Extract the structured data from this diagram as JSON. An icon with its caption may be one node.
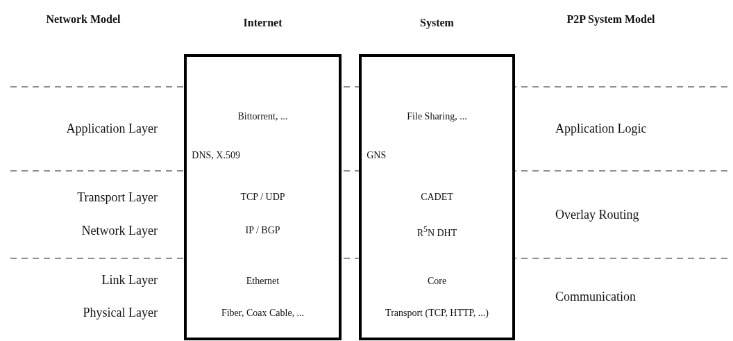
{
  "diagram": {
    "nodes": [
      {
        "text": [
          "Internet",
          "Bittorrent, ...",
          "DNS, X.509",
          "TCP / UDP",
          "IP / BGP",
          "Ethernet",
          "Fiber, Coax Cable, ..."
        ]
      },
      {
        "text": [
          "System",
          "File Sharing, ...",
          "GNS",
          "CADET",
          "R$^{5}$N DHT",
          "Core",
          "Transport (TCP, HTTP, ...)"
        ]
      }
    ],
    "edges": [],
    "labels": [
      "Network Model",
      "P2P System Model",
      "Application Layer",
      "Application Logic",
      "Transport Layer",
      "Network Layer",
      "Overlay Routing",
      "Link Layer",
      "Physical Layer",
      "Communication"
    ]
  }
}
